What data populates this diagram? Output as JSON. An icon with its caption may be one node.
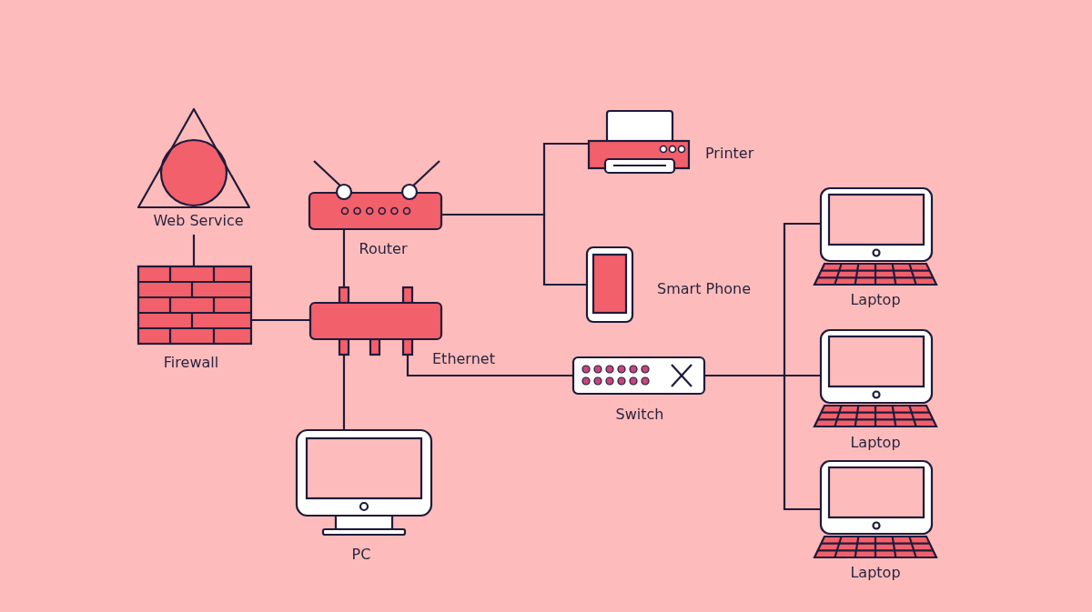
{
  "diagram": {
    "nodes": [
      {
        "text": [
          "Web Service"
        ]
      },
      {
        "text": [
          "Router"
        ]
      },
      {
        "text": [
          "Firewall"
        ]
      },
      {
        "text": [
          "Ethernet"
        ]
      },
      {
        "text": [
          "Printer"
        ]
      },
      {
        "text": [
          "Smart Phone"
        ]
      },
      {
        "text": [
          "Switch"
        ]
      },
      {
        "text": [
          "PC"
        ]
      },
      {
        "text": [
          "Laptop"
        ]
      },
      {
        "text": [
          "Laptop"
        ]
      },
      {
        "text": [
          "Laptop"
        ]
      }
    ],
    "edges": [
      {
        "from": 0,
        "to": 2,
        "arrow": "none"
      },
      {
        "from": 1,
        "to": 3,
        "arrow": "none"
      },
      {
        "from": 2,
        "to": 3,
        "arrow": "none"
      },
      {
        "from": 1,
        "to": 4,
        "arrow": "none"
      },
      {
        "from": 1,
        "to": 5,
        "arrow": "none"
      },
      {
        "from": 3,
        "to": 7,
        "arrow": "none"
      },
      {
        "from": 3,
        "to": 6,
        "arrow": "none"
      },
      {
        "from": 6,
        "to": 8,
        "arrow": "none"
      },
      {
        "from": 6,
        "to": 9,
        "arrow": "none"
      },
      {
        "from": 6,
        "to": 10,
        "arrow": "none"
      }
    ]
  }
}
